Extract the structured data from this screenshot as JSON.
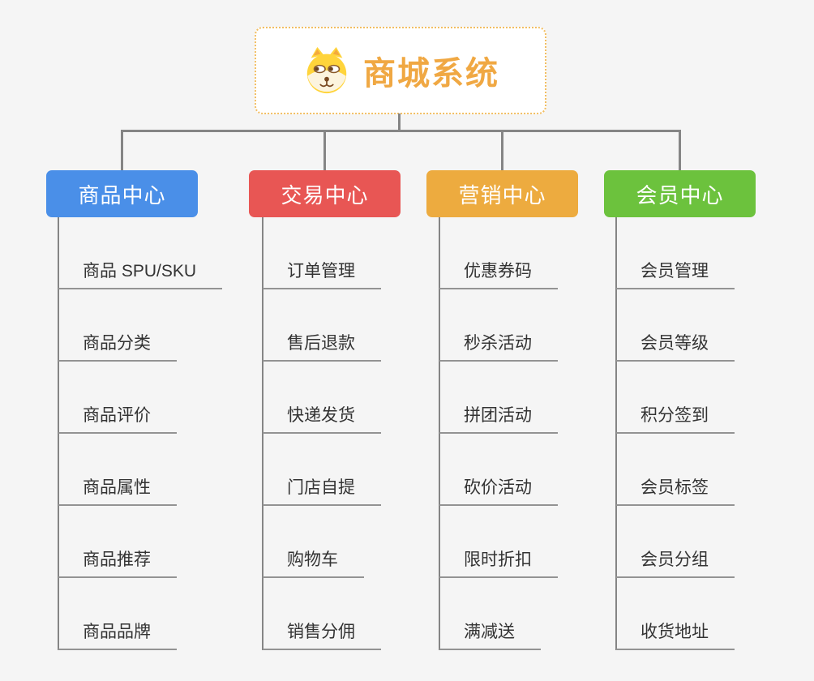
{
  "app": {
    "background_color": "#F5F5F5",
    "connector_color": "#858585",
    "child_text_color": "#333333"
  },
  "root": {
    "label": "商城系统",
    "icon": "dog-icon",
    "text_color": "#F0A843",
    "border_color": "#F2BE62",
    "background": "#FFFFFF"
  },
  "branches": [
    {
      "label": "商品中心",
      "color": "#4A8FE8",
      "children": [
        "商品 SPU/SKU",
        "商品分类",
        "商品评价",
        "商品属性",
        "商品推荐",
        "商品品牌"
      ]
    },
    {
      "label": "交易中心",
      "color": "#E85654",
      "children": [
        "订单管理",
        "售后退款",
        "快递发货",
        "门店自提",
        "购物车",
        "销售分佣"
      ]
    },
    {
      "label": "营销中心",
      "color": "#EDAB3F",
      "children": [
        "优惠券码",
        "秒杀活动",
        "拼团活动",
        "砍价活动",
        "限时折扣",
        "满减送"
      ]
    },
    {
      "label": "会员中心",
      "color": "#6CC23D",
      "children": [
        "会员管理",
        "会员等级",
        "积分签到",
        "会员标签",
        "会员分组",
        "收货地址"
      ]
    }
  ]
}
